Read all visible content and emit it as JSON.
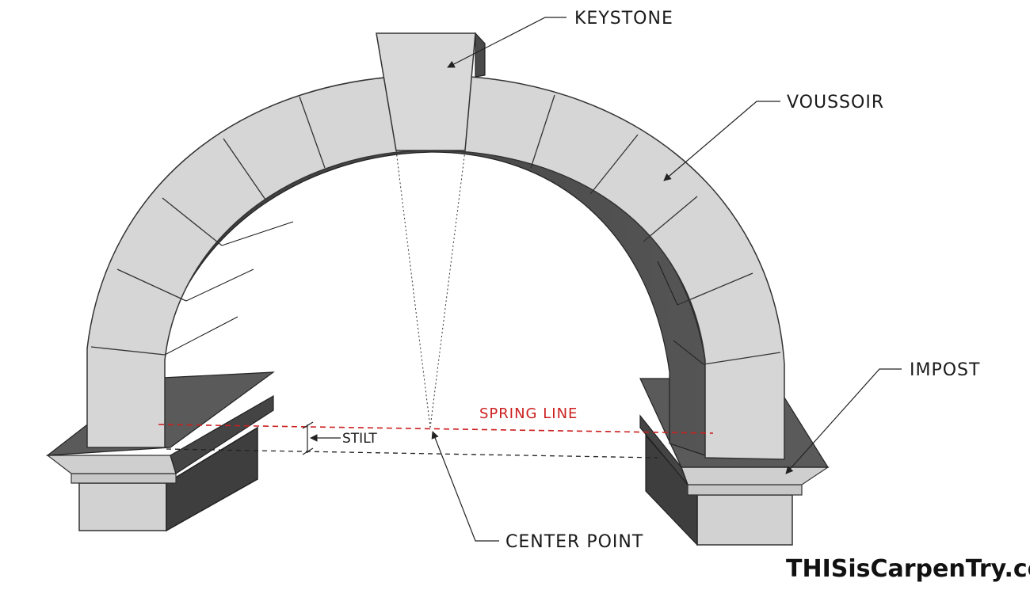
{
  "labels": {
    "keystone": "KEYSTONE",
    "voussoir": "VOUSSOIR",
    "impost": "IMPOST",
    "spring_line": "SPRING LINE",
    "stilt": "STILT",
    "center_point": "CENTER POINT"
  },
  "brand": {
    "text": "THISisCarpenTry.com"
  },
  "colors": {
    "spring_line": "#cc1f1f",
    "stone_face": "#d6d6d6",
    "stone_shadow": "#4a4a4a"
  }
}
